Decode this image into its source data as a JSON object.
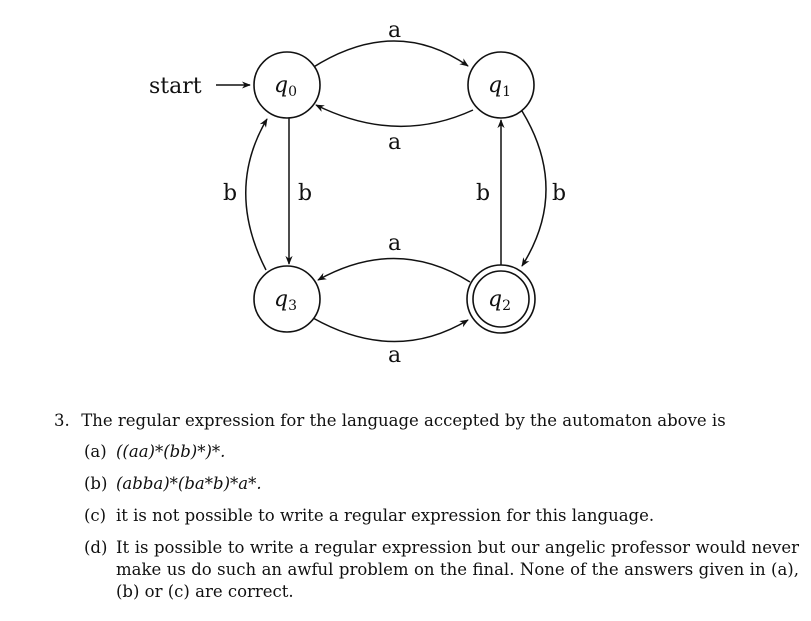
{
  "diagram": {
    "start_label": "start",
    "states": [
      {
        "id": "q0",
        "name": "q",
        "sub": "0",
        "accepting": false
      },
      {
        "id": "q1",
        "name": "q",
        "sub": "1",
        "accepting": false
      },
      {
        "id": "q2",
        "name": "q",
        "sub": "2",
        "accepting": true
      },
      {
        "id": "q3",
        "name": "q",
        "sub": "3",
        "accepting": false
      }
    ],
    "transitions": [
      {
        "from": "q0",
        "to": "q1",
        "symbol": "a"
      },
      {
        "from": "q1",
        "to": "q0",
        "symbol": "a"
      },
      {
        "from": "q0",
        "to": "q3",
        "symbol": "b"
      },
      {
        "from": "q3",
        "to": "q0",
        "symbol": "b"
      },
      {
        "from": "q1",
        "to": "q2",
        "symbol": "b"
      },
      {
        "from": "q2",
        "to": "q1",
        "symbol": "b"
      },
      {
        "from": "q2",
        "to": "q3",
        "symbol": "a"
      },
      {
        "from": "q3",
        "to": "q2",
        "symbol": "a"
      }
    ]
  },
  "question": {
    "number": "3.",
    "stem": "The regular expression for the language accepted by the automaton above is",
    "options": [
      {
        "label": "(a)",
        "text": "((aa)*(bb)*)*."
      },
      {
        "label": "(b)",
        "text": "(abba)*(ba*b)*a*."
      },
      {
        "label": "(c)",
        "text": "it is not possible to write a regular expression for this language."
      },
      {
        "label": "(d)",
        "text": "It is possible to write a regular expression but our angelic professor would never make us do such an awful problem on the final. None of the answers given in (a), (b) or (c) are correct."
      }
    ]
  }
}
